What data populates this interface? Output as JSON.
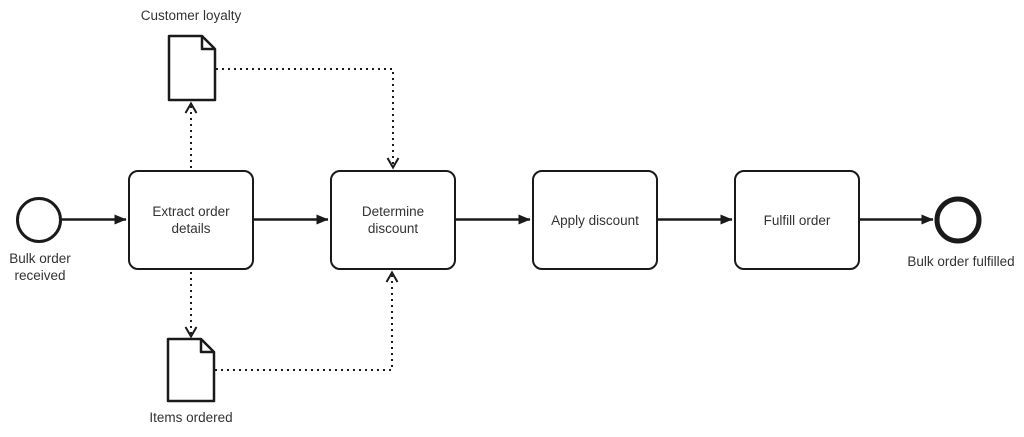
{
  "diagram": {
    "type": "bpmn-process",
    "colors": {
      "stroke": "#1a1a1a",
      "fill": "#ffffff",
      "text": "#333333",
      "icon_stroke": "#555555",
      "icon_header_fill": "#8f8f8f"
    },
    "start_event": {
      "label": "Bulk order received",
      "shape": "thin-circle"
    },
    "end_event": {
      "label": "Bulk order fulfilled",
      "shape": "thick-circle"
    },
    "tasks": [
      {
        "label": "Extract order details",
        "type": "task"
      },
      {
        "label": "Determine discount",
        "type": "business-rule-task",
        "icon": "business-rule-table-icon"
      },
      {
        "label": "Apply discount",
        "type": "task"
      },
      {
        "label": "Fulfill order",
        "type": "task"
      }
    ],
    "data_objects": [
      {
        "label": "Customer loyalty",
        "icon": "document-icon",
        "position": "top"
      },
      {
        "label": "Items ordered",
        "icon": "document-icon",
        "position": "bottom"
      }
    ],
    "sequence_flows": [
      {
        "from": "Bulk order received",
        "to": "Extract order details"
      },
      {
        "from": "Extract order details",
        "to": "Determine discount"
      },
      {
        "from": "Determine discount",
        "to": "Apply discount"
      },
      {
        "from": "Apply discount",
        "to": "Fulfill order"
      },
      {
        "from": "Fulfill order",
        "to": "Bulk order fulfilled"
      }
    ],
    "data_associations": [
      {
        "from": "Extract order details",
        "to": "Customer loyalty",
        "style": "dotted"
      },
      {
        "from": "Customer loyalty",
        "to": "Determine discount",
        "style": "dotted"
      },
      {
        "from": "Extract order details",
        "to": "Items ordered",
        "style": "dotted"
      },
      {
        "from": "Items ordered",
        "to": "Determine discount",
        "style": "dotted"
      }
    ]
  }
}
